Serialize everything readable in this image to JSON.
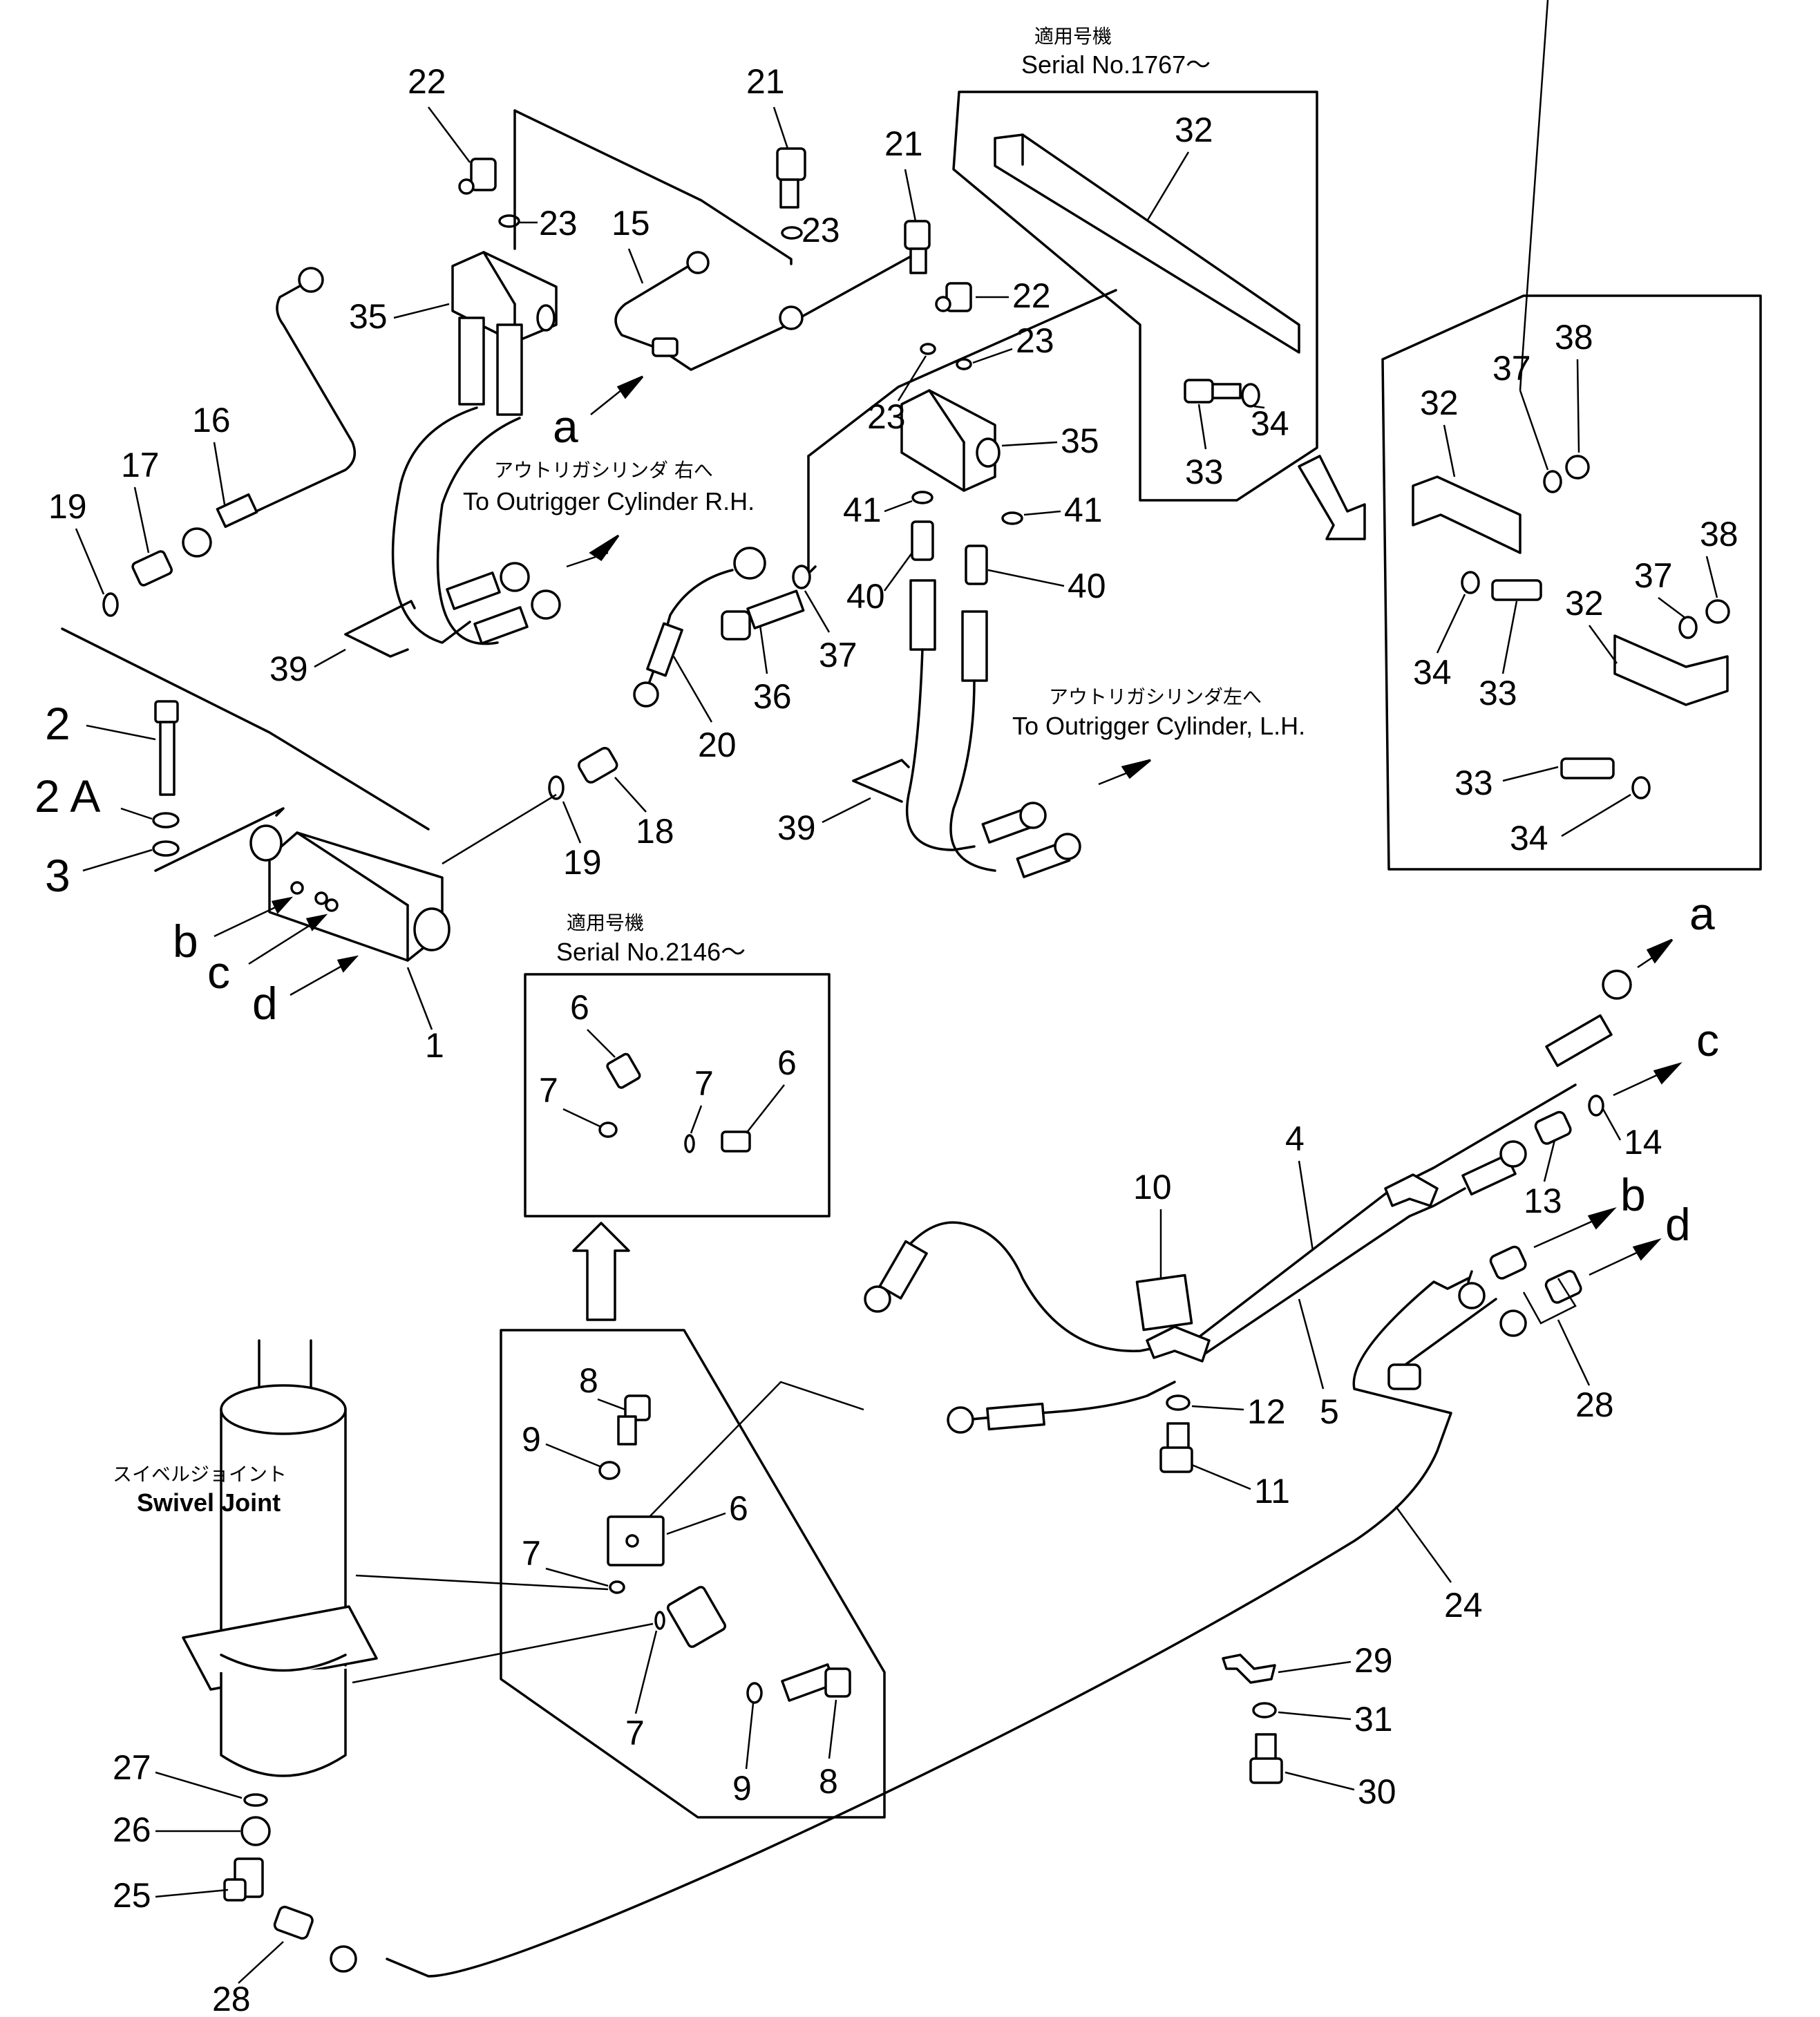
{
  "diagram": {
    "title": "Outrigger hydraulic piping parts diagram",
    "annotations": {
      "serial_1767_jp": "適用号機",
      "serial_1767_en": "Serial No.1767～",
      "serial_2146_jp": "適用号機",
      "serial_2146_en": "Serial No.2146～",
      "rh_jp": "アウトリガシリンダ 右へ",
      "rh_en": "To Outrigger Cylinder R.H.",
      "lh_jp": "アウトリガシリンダ左へ",
      "lh_en": "To Outrigger Cylinder, L.H.",
      "swivel_jp": "スイベルジョイント",
      "swivel_en": "Swivel Joint"
    },
    "callouts": [
      {
        "id": "c22a",
        "label": "22"
      },
      {
        "id": "c21a",
        "label": "21"
      },
      {
        "id": "c21b",
        "label": "21"
      },
      {
        "id": "c23a",
        "label": "23"
      },
      {
        "id": "c23b",
        "label": "23"
      },
      {
        "id": "c15",
        "label": "15"
      },
      {
        "id": "c35a",
        "label": "35"
      },
      {
        "id": "c22b",
        "label": "22"
      },
      {
        "id": "c23c",
        "label": "23"
      },
      {
        "id": "c23d",
        "label": "23"
      },
      {
        "id": "c35b",
        "label": "35"
      },
      {
        "id": "c16",
        "label": "16"
      },
      {
        "id": "c17",
        "label": "17"
      },
      {
        "id": "c19a",
        "label": "19"
      },
      {
        "id": "c41a",
        "label": "41"
      },
      {
        "id": "c41b",
        "label": "41"
      },
      {
        "id": "c40a",
        "label": "40"
      },
      {
        "id": "c40b",
        "label": "40"
      },
      {
        "id": "c37a",
        "label": "37"
      },
      {
        "id": "c36",
        "label": "36"
      },
      {
        "id": "c20",
        "label": "20"
      },
      {
        "id": "c39a",
        "label": "39"
      },
      {
        "id": "c39b",
        "label": "39"
      },
      {
        "id": "c2",
        "label": "2"
      },
      {
        "id": "c2A",
        "label": "2 A"
      },
      {
        "id": "c3",
        "label": "3"
      },
      {
        "id": "c19b",
        "label": "19"
      },
      {
        "id": "c18",
        "label": "18"
      },
      {
        "id": "c1",
        "label": "1"
      },
      {
        "id": "c32a",
        "label": "32"
      },
      {
        "id": "c33a",
        "label": "33"
      },
      {
        "id": "c34a",
        "label": "34"
      },
      {
        "id": "c32b",
        "label": "32"
      },
      {
        "id": "c37b",
        "label": "37"
      },
      {
        "id": "c38a",
        "label": "38"
      },
      {
        "id": "c34b",
        "label": "34"
      },
      {
        "id": "c33b",
        "label": "33"
      },
      {
        "id": "c32c",
        "label": "32"
      },
      {
        "id": "c37c",
        "label": "37"
      },
      {
        "id": "c38b",
        "label": "38"
      },
      {
        "id": "c33c",
        "label": "33"
      },
      {
        "id": "c34c",
        "label": "34"
      },
      {
        "id": "c6a",
        "label": "6"
      },
      {
        "id": "c7a",
        "label": "7"
      },
      {
        "id": "c7b",
        "label": "7"
      },
      {
        "id": "c6b",
        "label": "6"
      },
      {
        "id": "c8a",
        "label": "8"
      },
      {
        "id": "c9a",
        "label": "9"
      },
      {
        "id": "c6c",
        "label": "6"
      },
      {
        "id": "c7c",
        "label": "7"
      },
      {
        "id": "c7d",
        "label": "7"
      },
      {
        "id": "c9b",
        "label": "9"
      },
      {
        "id": "c8b",
        "label": "8"
      },
      {
        "id": "c4",
        "label": "4"
      },
      {
        "id": "c10",
        "label": "10"
      },
      {
        "id": "c5",
        "label": "5"
      },
      {
        "id": "c12",
        "label": "12"
      },
      {
        "id": "c11",
        "label": "11"
      },
      {
        "id": "c13",
        "label": "13"
      },
      {
        "id": "c14",
        "label": "14"
      },
      {
        "id": "c28a",
        "label": "28"
      },
      {
        "id": "c24",
        "label": "24"
      },
      {
        "id": "c29",
        "label": "29"
      },
      {
        "id": "c31",
        "label": "31"
      },
      {
        "id": "c30",
        "label": "30"
      },
      {
        "id": "c27",
        "label": "27"
      },
      {
        "id": "c26",
        "label": "26"
      },
      {
        "id": "c25",
        "label": "25"
      },
      {
        "id": "c28b",
        "label": "28"
      }
    ],
    "connection_letters": {
      "a_valve": "a",
      "b_valve": "b",
      "c_valve": "c",
      "d_valve": "d",
      "a_out": "a",
      "c_out": "c",
      "b_out": "b",
      "d_out": "d"
    }
  }
}
